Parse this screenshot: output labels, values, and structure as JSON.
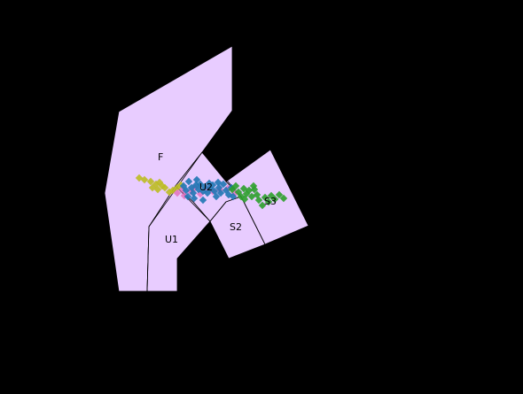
{
  "diagram": {
    "background_color": "#000000",
    "region_fill": "#e8ccff",
    "edge_color": "#000000",
    "regions": [
      {
        "id": "F",
        "label": "F"
      },
      {
        "id": "U2",
        "label": "U2"
      },
      {
        "id": "U1",
        "label": "U1"
      },
      {
        "id": "S2",
        "label": "S2"
      },
      {
        "id": "S3",
        "label": "S3"
      }
    ],
    "point_series": [
      {
        "color": "#bcbd22"
      },
      {
        "color": "#e377c2"
      },
      {
        "color": "#1f77b4"
      },
      {
        "color": "#2ca02c"
      }
    ]
  }
}
